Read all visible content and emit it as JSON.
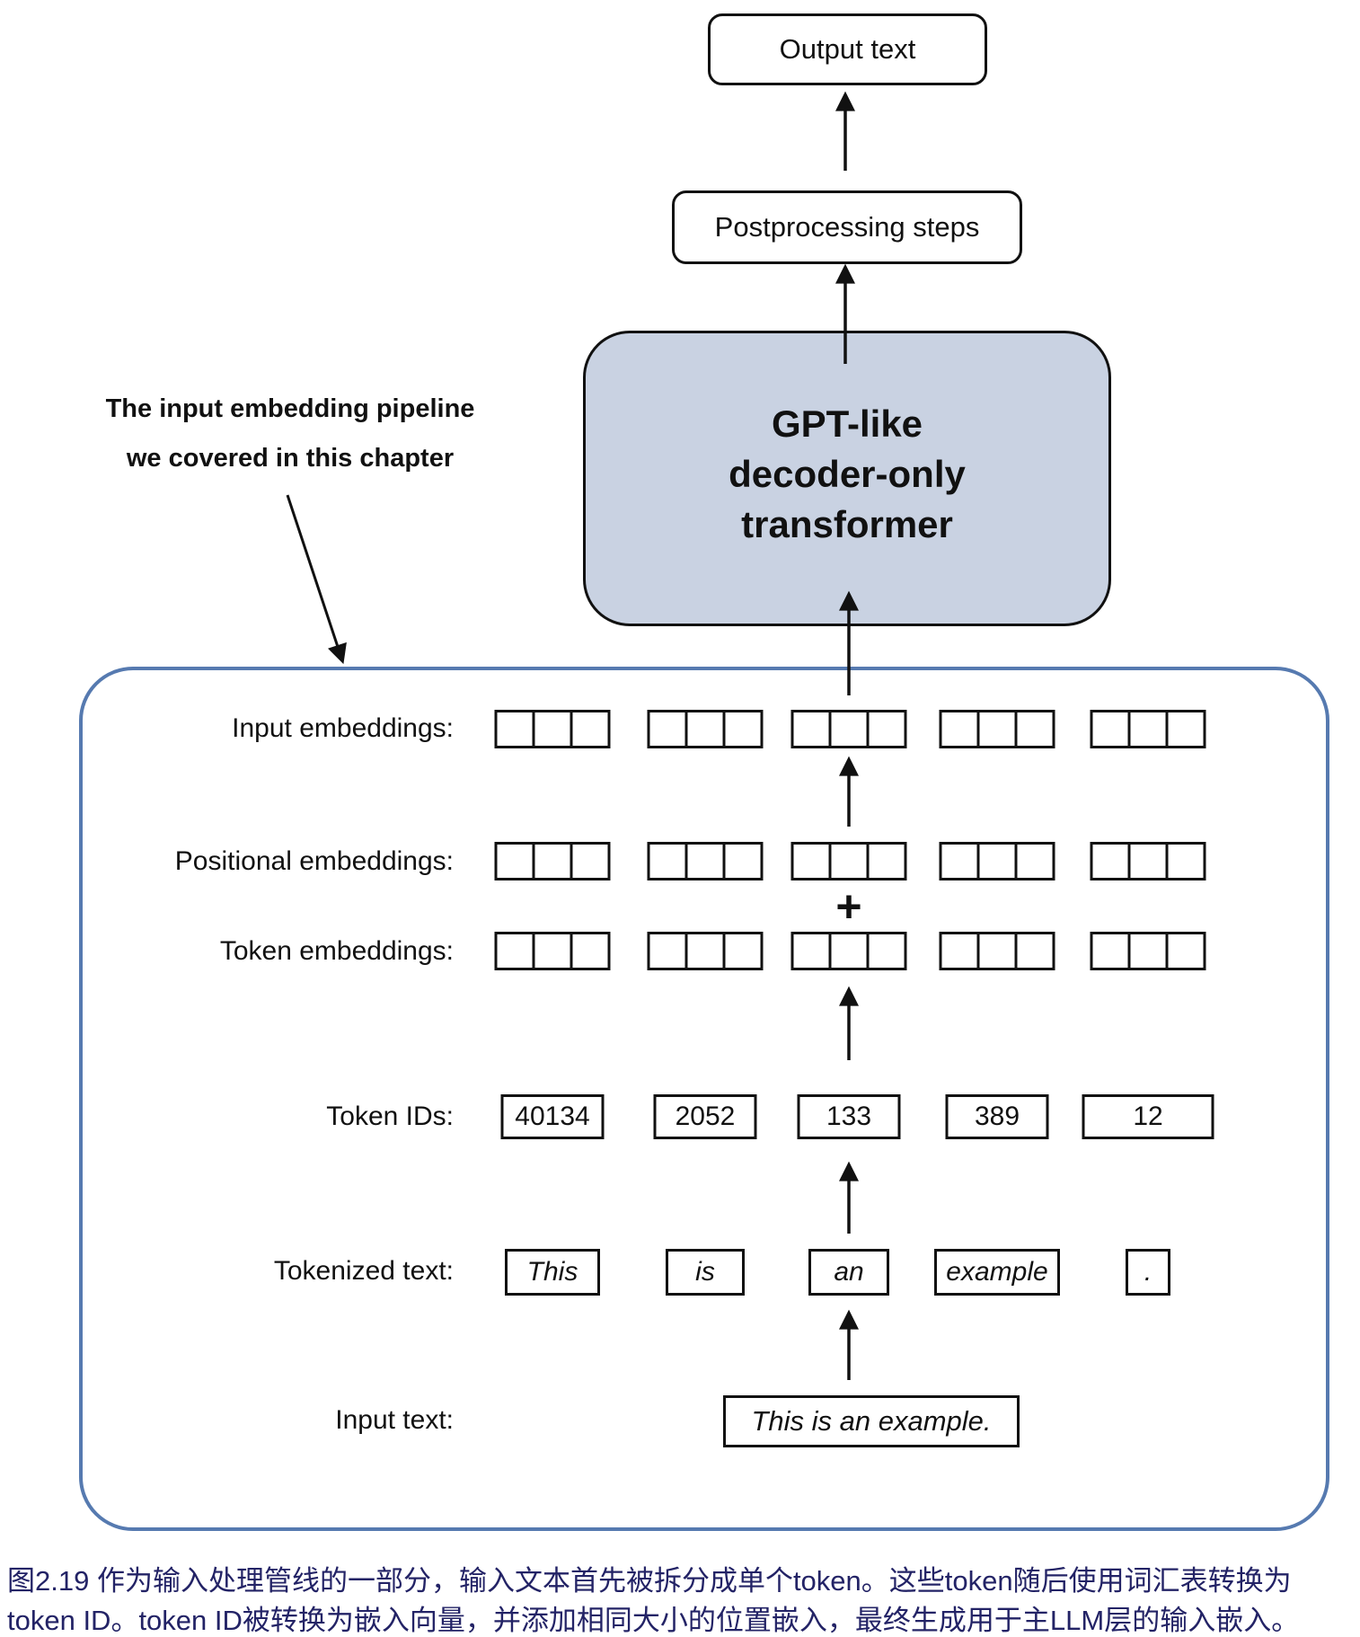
{
  "flow": {
    "output_label": "Output text",
    "postprocessing_label": "Postprocessing steps",
    "gpt_lines": [
      "GPT-like",
      "decoder-only",
      "transformer"
    ]
  },
  "annotation": {
    "line1": "The input embedding pipeline",
    "line2": "we covered in this chapter"
  },
  "pipeline": {
    "labels": {
      "input_embeddings": "Input embeddings:",
      "positional_embeddings": "Positional embeddings:",
      "token_embeddings": "Token embeddings:",
      "token_ids": "Token IDs:",
      "tokenized_text": "Tokenized text:",
      "input_text": "Input text:"
    },
    "plus_operator": "+",
    "token_ids": [
      "40134",
      "2052",
      "133",
      "389",
      "12"
    ],
    "tokens": [
      "This",
      "is",
      "an",
      "example",
      "."
    ],
    "input_text": "This is an example.",
    "embedding_groups": 5,
    "cells_per_group": 3
  },
  "caption": {
    "line1": "图2.19 作为输入处理管线的一部分，输入文本首先被拆分成单个token。这些token随后使用词汇表转换为",
    "line2": "token ID。token ID被转换为嵌入向量，并添加相同大小的位置嵌入，最终生成用于主LLM层的输入嵌入。"
  },
  "colors": {
    "gpt_fill": "#c9d2e2",
    "container_border": "#567ab0",
    "caption_text": "#232366",
    "diagram_stroke": "#111111"
  }
}
